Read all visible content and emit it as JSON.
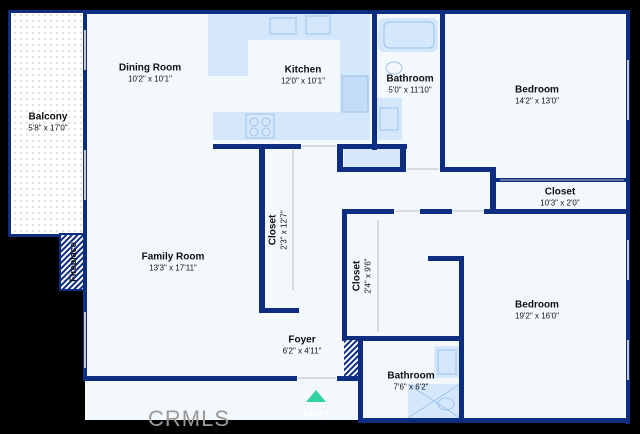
{
  "plan": {
    "rooms": {
      "balcony": {
        "name": "Balcony",
        "dims": "5'8\" x 17'0\""
      },
      "fireplace": {
        "name": "Fireplace"
      },
      "dining": {
        "name": "Dining Room",
        "dims": "10'2\" x 10'1\""
      },
      "kitchen": {
        "name": "Kitchen",
        "dims": "12'0\" x 10'1\""
      },
      "bath1": {
        "name": "Bathroom",
        "dims": "5'0\" x 11'10\""
      },
      "bed1": {
        "name": "Bedroom",
        "dims": "14'2\" x 13'0\""
      },
      "closet_hall": {
        "name": "Closet",
        "dims": "10'3\" x 2'0\""
      },
      "closet_family": {
        "name": "Closet",
        "dims": "2'3\" x 12'7\""
      },
      "family": {
        "name": "Family Room",
        "dims": "13'3\" x 17'11\""
      },
      "closet_small": {
        "name": "Closet",
        "dims": "2'4\" x 9'6\""
      },
      "bed2": {
        "name": "Bedroom",
        "dims": "19'2\" x 16'0\""
      },
      "foyer": {
        "name": "Foyer",
        "dims": "6'2\" x 4'11\""
      },
      "bath2": {
        "name": "Bathroom",
        "dims": "7'6\" x 6'2\""
      }
    },
    "entry_label": "Entry",
    "watermark": "CRMLS",
    "colors": {
      "wall": "#0d2d80",
      "floor": "#f3f8fd",
      "fixture": "#d5e8fb",
      "entry_arrow": "#35d1a0"
    }
  }
}
